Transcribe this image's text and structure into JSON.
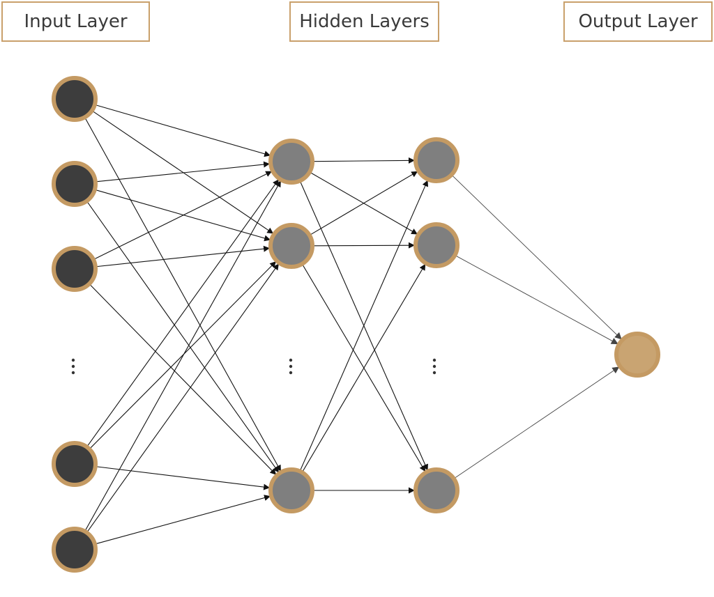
{
  "labels": {
    "input": "Input Layer",
    "hidden": "Hidden Layers",
    "output": "Output Layer"
  },
  "colors": {
    "input_node_fill": "#3d3d3d",
    "hidden_node_fill": "#7f7f7f",
    "output_node_fill": "#c9a472",
    "node_ring": "#c49a63",
    "label_border": "#c9a06b",
    "edge": "#111111",
    "output_edge": "#444444"
  },
  "layers": [
    {
      "id": "input",
      "nodes": 5,
      "ellipsis_after": 3
    },
    {
      "id": "hidden1",
      "nodes": 3,
      "ellipsis_after": 2
    },
    {
      "id": "hidden2",
      "nodes": 3,
      "ellipsis_after": 2
    },
    {
      "id": "output",
      "nodes": 1
    }
  ],
  "connectivity": "fully-connected"
}
